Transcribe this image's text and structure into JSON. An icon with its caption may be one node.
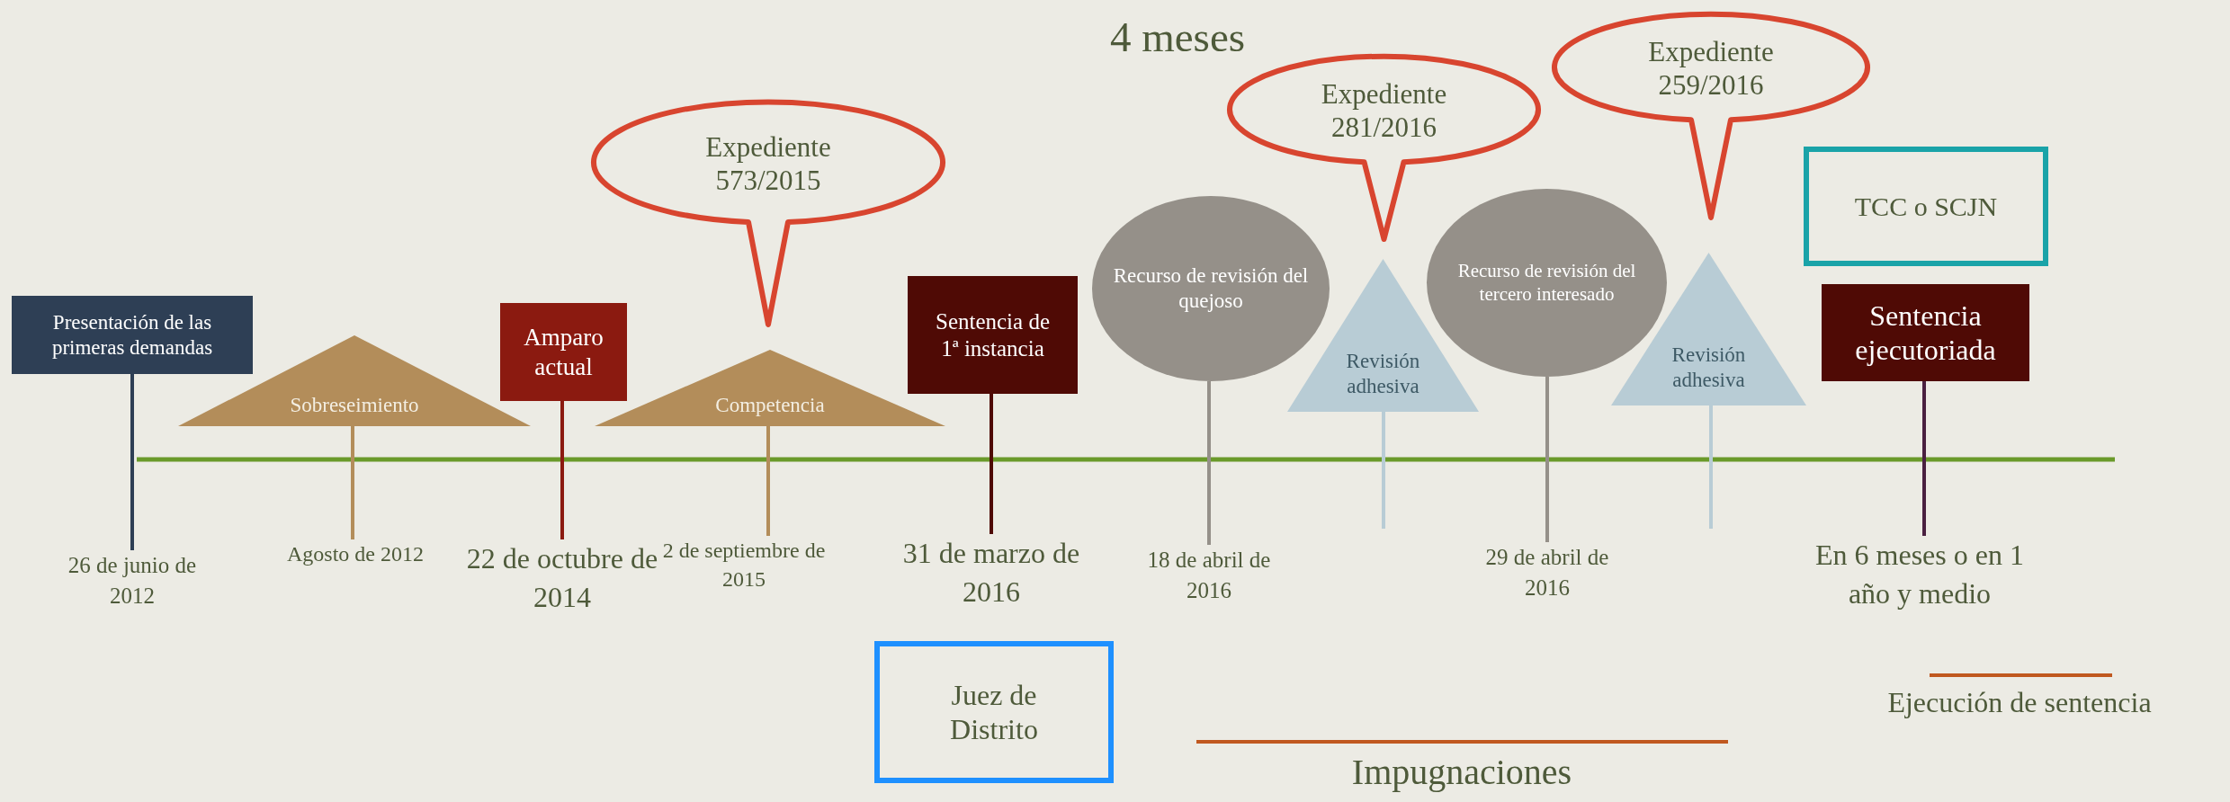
{
  "diagram": {
    "nodes": [
      {
        "text": [
          "Presentación de las primeras demandas"
        ]
      },
      {
        "text": [
          "Sobreseimiento"
        ]
      },
      {
        "text": [
          "Amparo actual"
        ]
      },
      {
        "text": [
          "Expediente 573/2015"
        ]
      },
      {
        "text": [
          "Competencia"
        ]
      },
      {
        "text": [
          "Sentencia de 1ª instancia"
        ]
      },
      {
        "text": [
          "Juez de Distrito"
        ]
      },
      {
        "text": [
          "Recurso de revisión del quejoso"
        ]
      },
      {
        "text": [
          "Expediente 281/2016"
        ]
      },
      {
        "text": [
          "Revisión adhesiva"
        ]
      },
      {
        "text": [
          "Recurso de revisión del tercero interesado"
        ]
      },
      {
        "text": [
          "Expediente 259/2016"
        ]
      },
      {
        "text": [
          "Revisión adhesiva"
        ]
      },
      {
        "text": [
          "TCC o SCJN"
        ]
      },
      {
        "text": [
          "Sentencia ejecutoriada"
        ]
      },
      {
        "text": [
          "26 de junio de 2012"
        ]
      },
      {
        "text": [
          "Agosto de 2012"
        ]
      },
      {
        "text": [
          "22 de octubre de 2014"
        ]
      },
      {
        "text": [
          "2 de septiembre de 2015"
        ]
      },
      {
        "text": [
          "31 de marzo de 2016"
        ]
      },
      {
        "text": [
          "18 de abril de 2016"
        ]
      },
      {
        "text": [
          "29 de abril de 2016"
        ]
      },
      {
        "text": [
          "En 6 meses o en 1 año y medio"
        ]
      }
    ],
    "edges": [
      {
        "from": 0,
        "to": 15,
        "arrow": "none",
        "color": "#2e3f55"
      },
      {
        "from": 1,
        "to": 16,
        "arrow": "none",
        "color": "#b38d5a"
      },
      {
        "from": 2,
        "to": 17,
        "arrow": "none",
        "color": "#8b1a10"
      },
      {
        "from": 4,
        "to": 18,
        "arrow": "none",
        "color": "#b38d5a"
      },
      {
        "from": 5,
        "to": 19,
        "arrow": "none",
        "color": "#4f0a05"
      },
      {
        "from": 7,
        "to": 20,
        "arrow": "none",
        "color": "#959089"
      },
      {
        "from": 9,
        "to": null,
        "arrow": "none",
        "color": "#b8ccd5"
      },
      {
        "from": 10,
        "to": 21,
        "arrow": "none",
        "color": "#959089"
      },
      {
        "from": 12,
        "to": null,
        "arrow": "none",
        "color": "#b8ccd5"
      },
      {
        "from": 14,
        "to": 22,
        "arrow": "none",
        "color": "#4a2040"
      }
    ],
    "labels": [
      "4 meses"
    ],
    "legend": [
      {
        "text": "Ejecución de sentencia"
      },
      {
        "text": "Impugnaciones"
      }
    ]
  }
}
